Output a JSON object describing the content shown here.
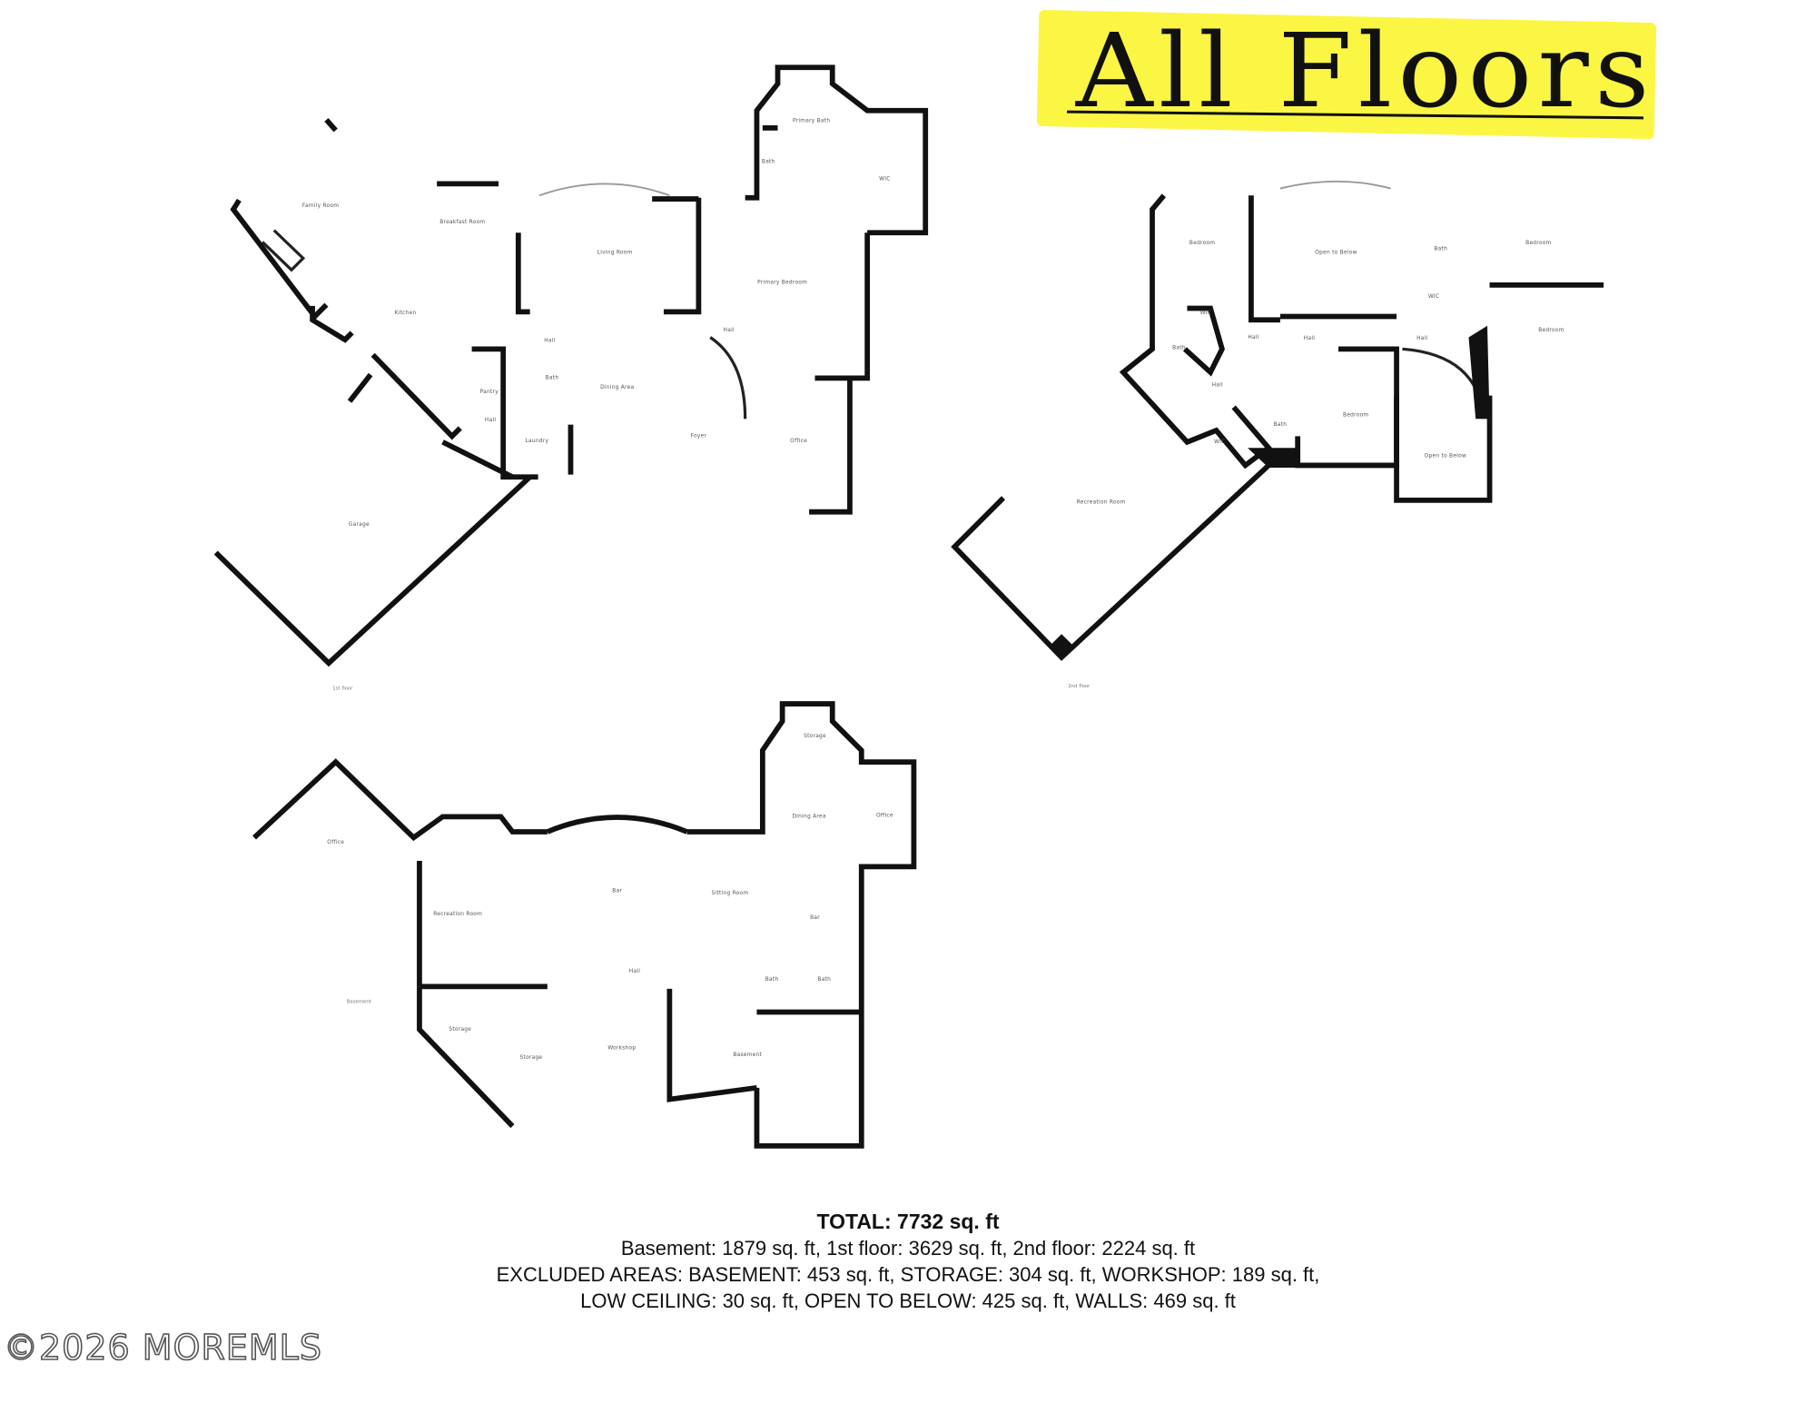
{
  "header": {
    "handwritten_title": "All Floors",
    "highlight_color": "#fbf53a"
  },
  "floors": {
    "first": {
      "label": "1st floor",
      "rooms": [
        "Family Room",
        "Breakfast Room",
        "Kitchen",
        "Living Room",
        "Primary Bath",
        "Bath",
        "WIC",
        "Primary Bedroom",
        "Hall",
        "Hall",
        "Pantry",
        "Bath",
        "Dining Area",
        "Hall",
        "Laundry",
        "Foyer",
        "Office",
        "Garage"
      ]
    },
    "second": {
      "label": "2nd floor",
      "rooms": [
        "Bedroom",
        "Open to Below",
        "Bath",
        "Bedroom",
        "WIC",
        "WIC",
        "Bedroom",
        "Bath",
        "Hall",
        "Hall",
        "Hall",
        "Hall",
        "Bath",
        "WIC",
        "Bedroom",
        "Recreation Room",
        "Open to Below"
      ]
    },
    "basement": {
      "label": "Basement",
      "rooms": [
        "Storage",
        "Office",
        "Dining Area",
        "Office",
        "Recreation Room",
        "Bar",
        "Sitting Room",
        "Bar",
        "Hall",
        "Bath",
        "Bath",
        "Storage",
        "Storage",
        "Workshop",
        "Basement"
      ]
    }
  },
  "summary": {
    "total": "TOTAL: 7732 sq. ft",
    "breakdown": "Basement: 1879 sq. ft, 1st floor: 3629 sq. ft, 2nd floor: 2224 sq. ft",
    "excluded_1": "EXCLUDED AREAS: BASEMENT: 453 sq. ft, STORAGE: 304 sq. ft, WORKSHOP: 189 sq. ft,",
    "excluded_2": "LOW CEILING: 30 sq. ft, OPEN TO BELOW: 425 sq. ft, WALLS: 469 sq. ft"
  },
  "watermark": "©2026 MOREMLS"
}
